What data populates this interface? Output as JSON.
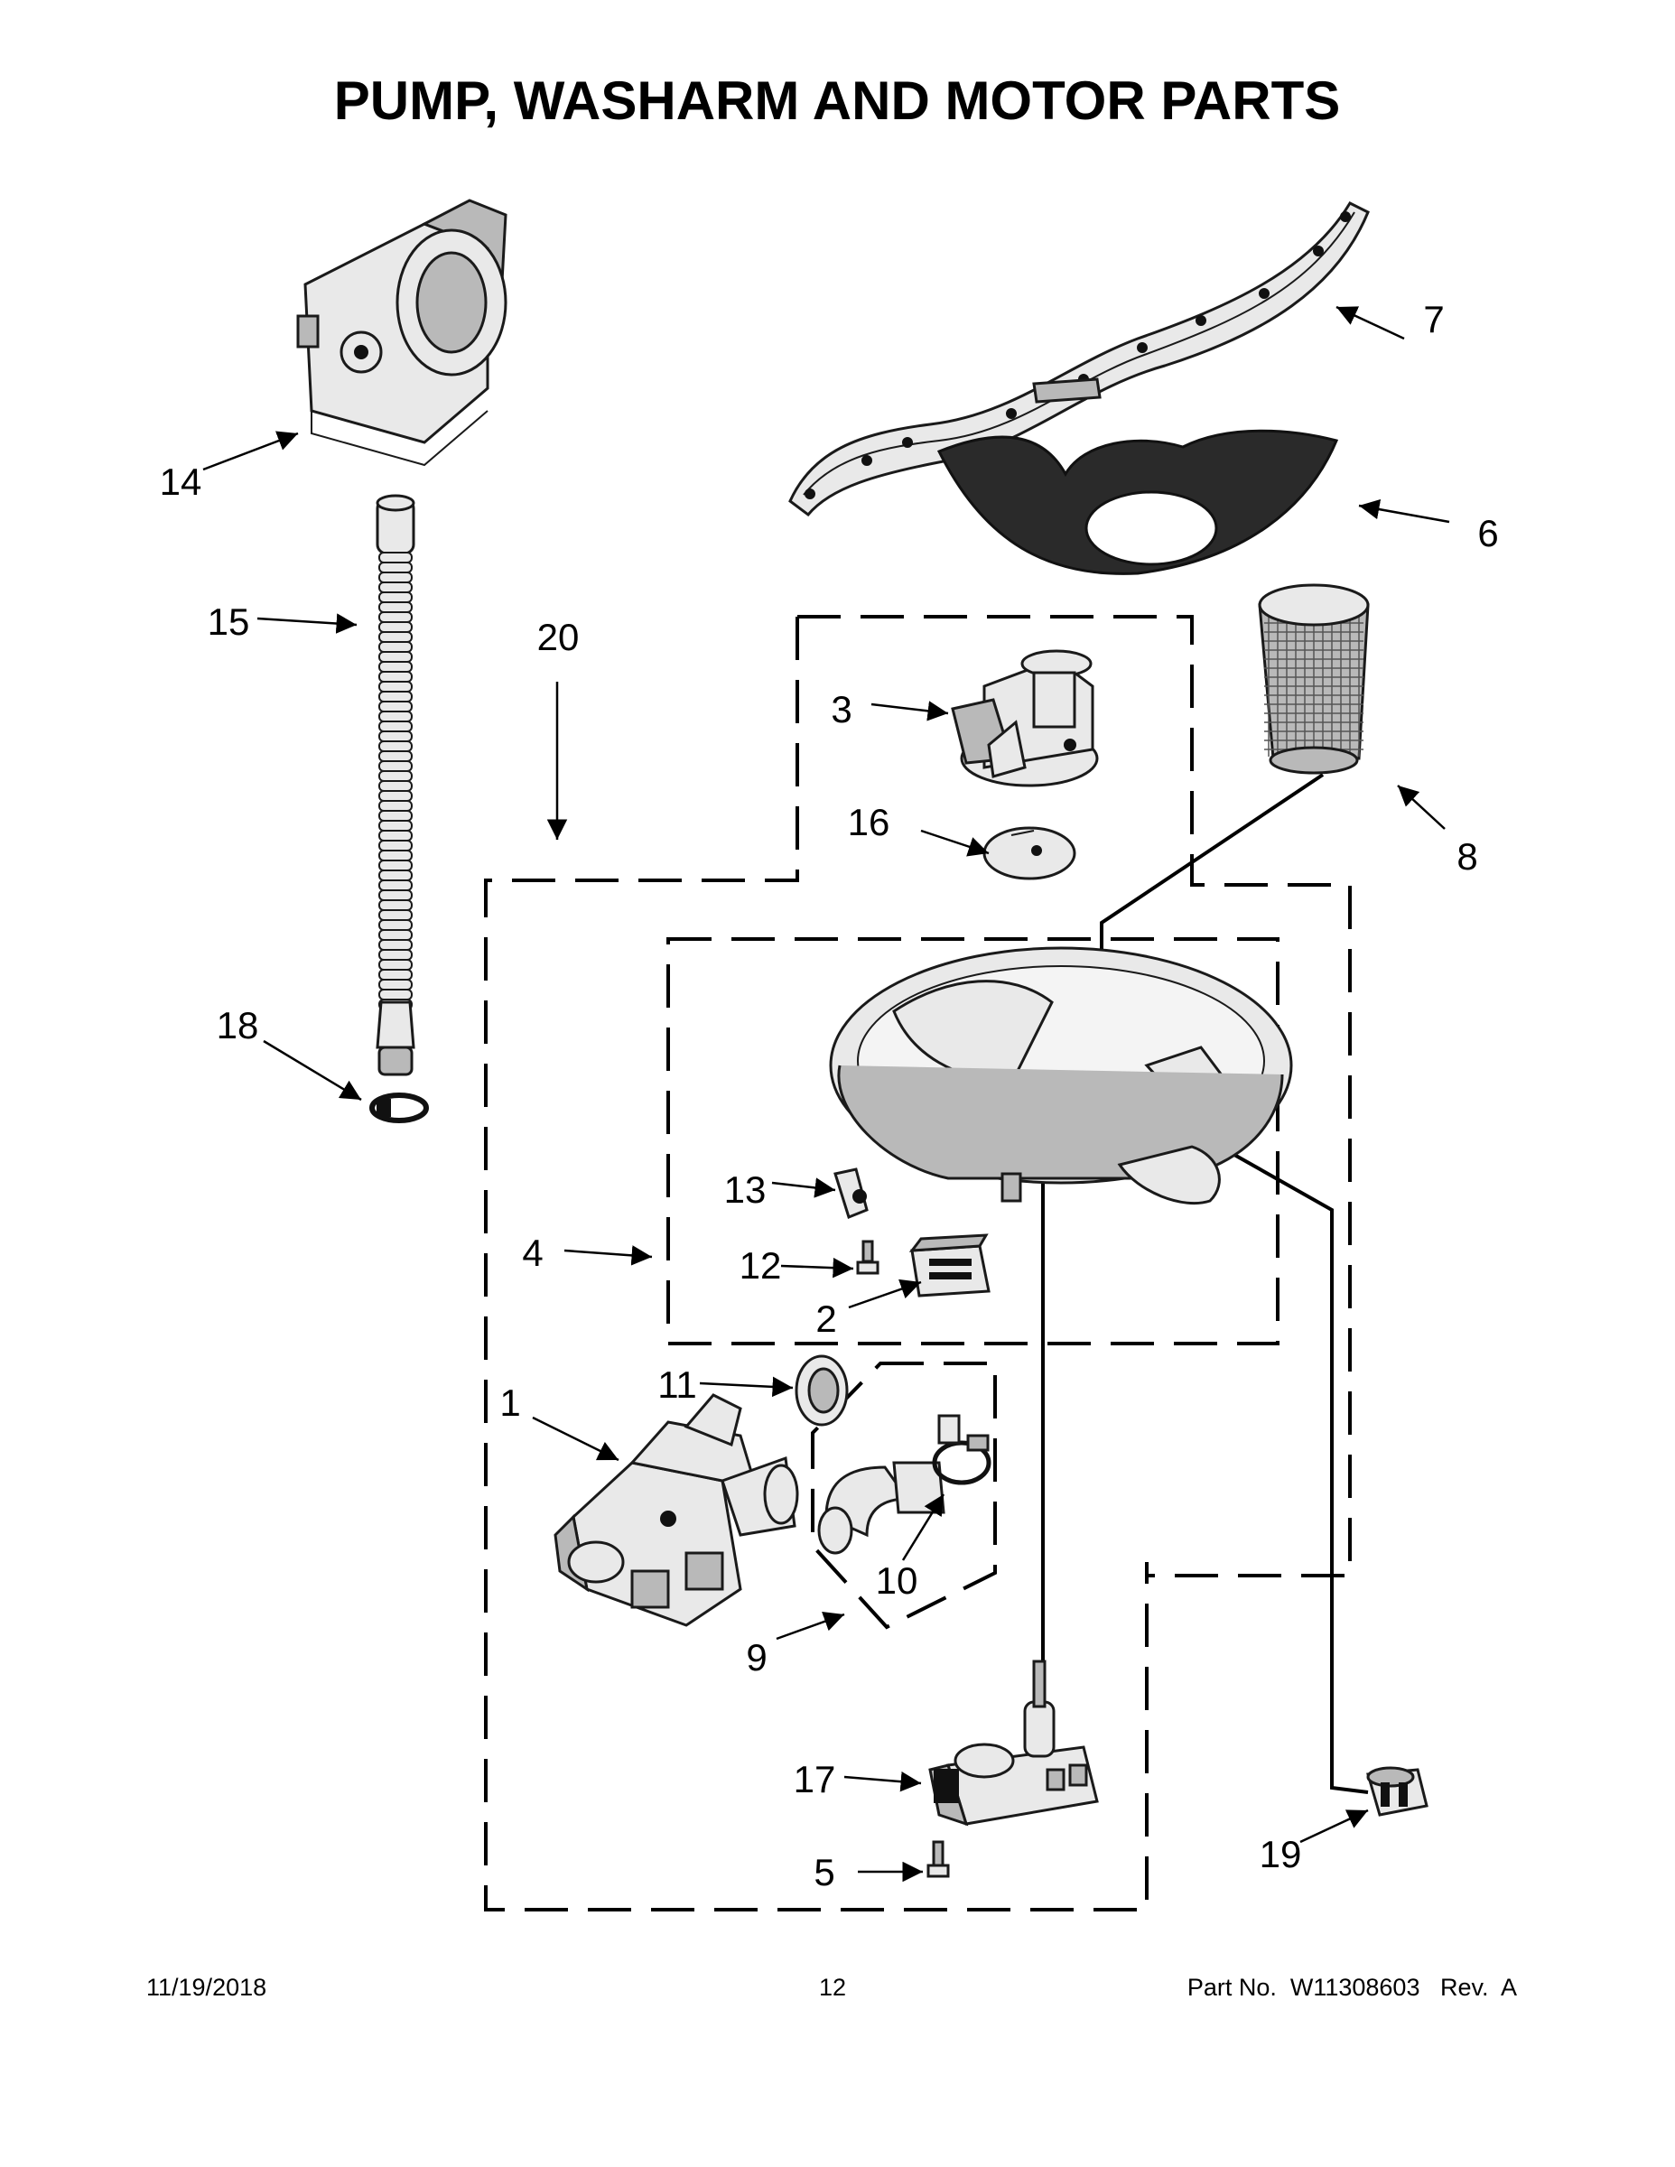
{
  "title": "PUMP, WASHARM AND MOTOR PARTS",
  "callouts": {
    "c1": "1",
    "c2": "2",
    "c3": "3",
    "c4": "4",
    "c5": "5",
    "c6": "6",
    "c7": "7",
    "c8": "8",
    "c9": "9",
    "c10": "10",
    "c11": "11",
    "c12": "12",
    "c13": "13",
    "c14": "14",
    "c15": "15",
    "c16": "16",
    "c17": "17",
    "c18": "18",
    "c19": "19",
    "c20": "20"
  },
  "footer": {
    "date": "11/19/2018",
    "page": "12",
    "part_no": "Part No.  W11308603   Rev.  A"
  }
}
